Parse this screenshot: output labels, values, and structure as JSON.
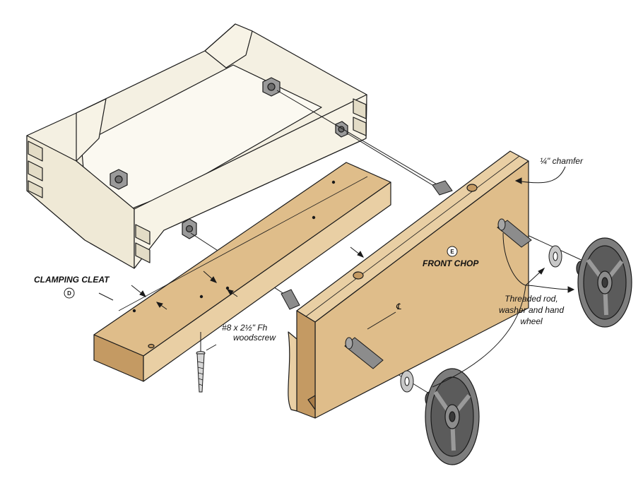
{
  "labels": {
    "chamfer": "¼\" chamfer",
    "front_chop": "FRONT CHOP",
    "front_chop_badge": "E",
    "clamping_cleat": "CLAMPING CLEAT",
    "clamping_cleat_badge": "D",
    "centerline": "℄",
    "threaded_rod_line1": "Threaded rod,",
    "threaded_rod_line2": "washer and hand",
    "threaded_rod_line3": "wheel",
    "woodscrew_line1": "#8 x 2½\" Fh",
    "woodscrew_line2": "woodscrew"
  },
  "colors": {
    "frame": "#f4f0e2",
    "wood": "#dfbd8a",
    "wood_dark": "#c49a63",
    "wood_end": "#e9cfa4",
    "metal": "#7c7c7c",
    "wheel": "#5b5b5b",
    "outline": "#1a1a1a"
  }
}
